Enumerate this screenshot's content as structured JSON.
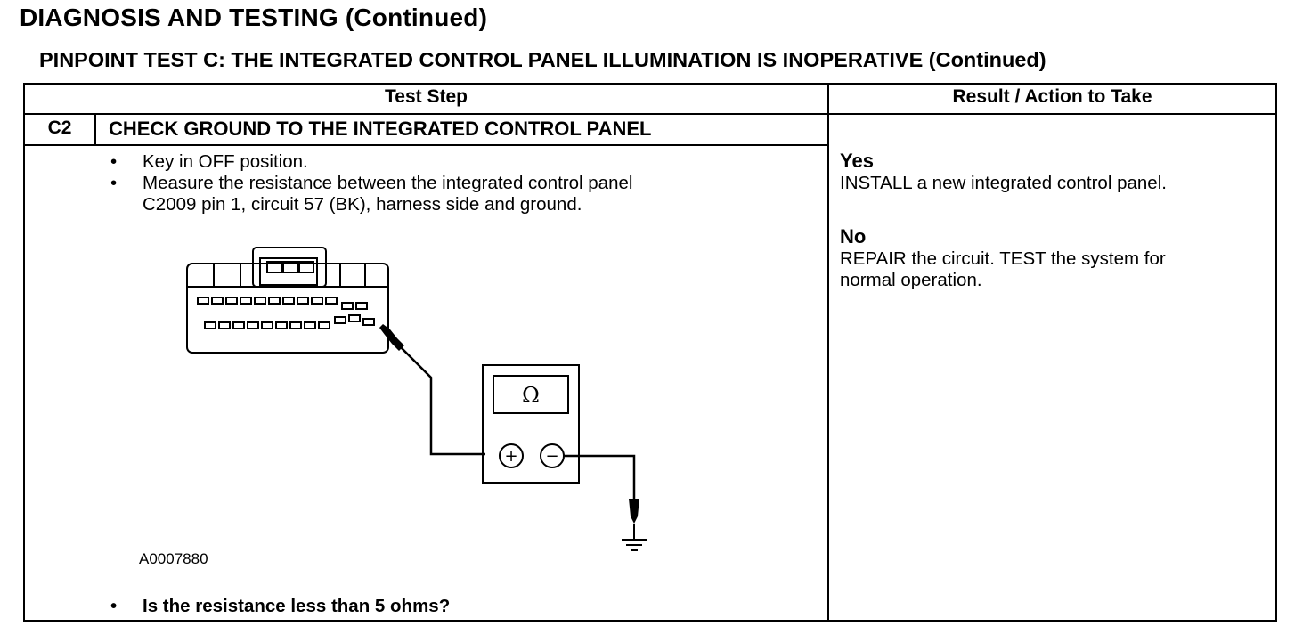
{
  "header": {
    "title": "DIAGNOSIS AND TESTING (Continued)",
    "subtitle": "PINPOINT TEST C: THE INTEGRATED CONTROL PANEL ILLUMINATION IS INOPERATIVE (Continued)"
  },
  "table": {
    "columns": [
      "Test Step",
      "Result / Action to Take"
    ],
    "step": {
      "id": "C2",
      "title": "CHECK GROUND TO THE INTEGRATED CONTROL PANEL",
      "bullets": [
        "Key in OFF position.",
        "Measure the resistance between the integrated control panel",
        "C2009 pin 1, circuit 57 (BK), harness side and ground."
      ],
      "figure_code": "A0007880",
      "question": "Is the resistance less than 5 ohms?"
    },
    "results": [
      {
        "label": "Yes",
        "text": [
          "INSTALL a new integrated control panel."
        ]
      },
      {
        "label": "No",
        "text": [
          "REPAIR the circuit. TEST the system for",
          "normal operation."
        ]
      }
    ]
  },
  "diagram": {
    "meter_symbol": "Ω",
    "plus_symbol": "+",
    "minus_symbol": "−",
    "icons": [
      "connector-icon",
      "multimeter-icon",
      "ground-symbol-icon"
    ]
  }
}
